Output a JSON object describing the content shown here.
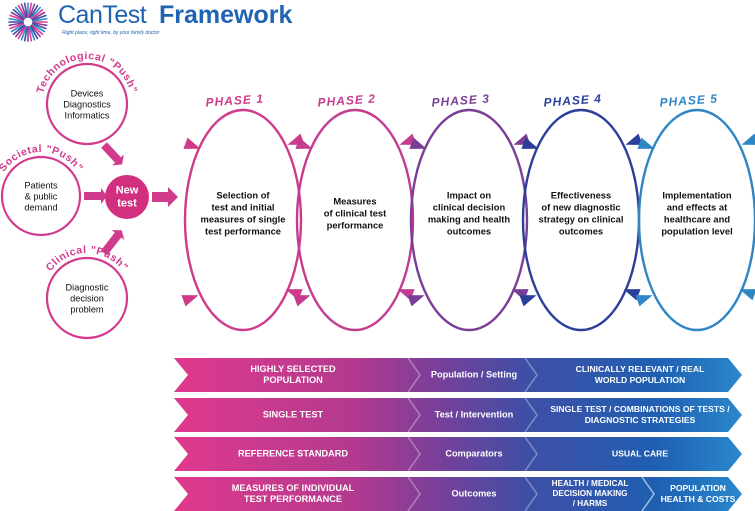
{
  "brand": {
    "name": "CanTest",
    "title": "Framework",
    "tagline": "Right place, right time, by your family doctor"
  },
  "pushes": [
    {
      "label": "Technological \"Push\"",
      "lines": [
        "Devices",
        "Diagnostics",
        "Informatics"
      ]
    },
    {
      "label": "Societal \"Push\"",
      "lines": [
        "Patients",
        "& public",
        "demand"
      ]
    },
    {
      "label": "Clinical \"Push\"",
      "lines": [
        "Diagnostic",
        "decision",
        "problem"
      ]
    }
  ],
  "new_test": [
    "New",
    "test"
  ],
  "phases": [
    {
      "label": "PHASE 1",
      "color": "#cf3a8a",
      "lines": [
        "Selection of",
        "test and initial",
        "measures of single",
        "test performance"
      ]
    },
    {
      "label": "PHASE 2",
      "color": "#c33c90",
      "lines": [
        "Measures",
        "of clinical test",
        "performance"
      ]
    },
    {
      "label": "PHASE 3",
      "color": "#7a3d96",
      "lines": [
        "Impact on",
        "clinical decision",
        "making and health",
        "outcomes"
      ]
    },
    {
      "label": "PHASE 4",
      "color": "#2a3f9a",
      "lines": [
        "Effectiveness",
        "of new diagnostic",
        "strategy on clinical",
        "outcomes"
      ]
    },
    {
      "label": "PHASE 5",
      "color": "#2f86c4",
      "lines": [
        "Implementation",
        "and effects at",
        "healthcare and",
        "population level"
      ]
    }
  ],
  "bars": [
    {
      "left": [
        "HIGHLY SELECTED",
        "POPULATION"
      ],
      "middle": [
        "Population / Setting"
      ],
      "right": [
        "CLINICALLY RELEVANT / REAL",
        "WORLD POPULATION"
      ]
    },
    {
      "left": [
        "SINGLE TEST"
      ],
      "middle": [
        "Test / Intervention"
      ],
      "right": [
        "SINGLE TEST / COMBINATIONS OF TESTS /",
        "DIAGNOSTIC STRATEGIES"
      ]
    },
    {
      "left": [
        "REFERENCE STANDARD"
      ],
      "middle": [
        "Comparators"
      ],
      "right": [
        "USUAL CARE"
      ]
    },
    {
      "left": [
        "MEASURES OF INDIVIDUAL",
        "TEST PERFORMANCE"
      ],
      "middle": [
        "Outcomes"
      ],
      "right_split": [
        [
          "HEALTH / MEDICAL",
          "DECISION MAKING",
          "/ HARMS"
        ],
        [
          "POPULATION",
          "HEALTH & COSTS"
        ]
      ]
    }
  ],
  "colors": {
    "magenta": "#d0338a",
    "purple": "#7b3c97",
    "blue": "#1e56a8",
    "lightblue": "#2f8fd0"
  }
}
